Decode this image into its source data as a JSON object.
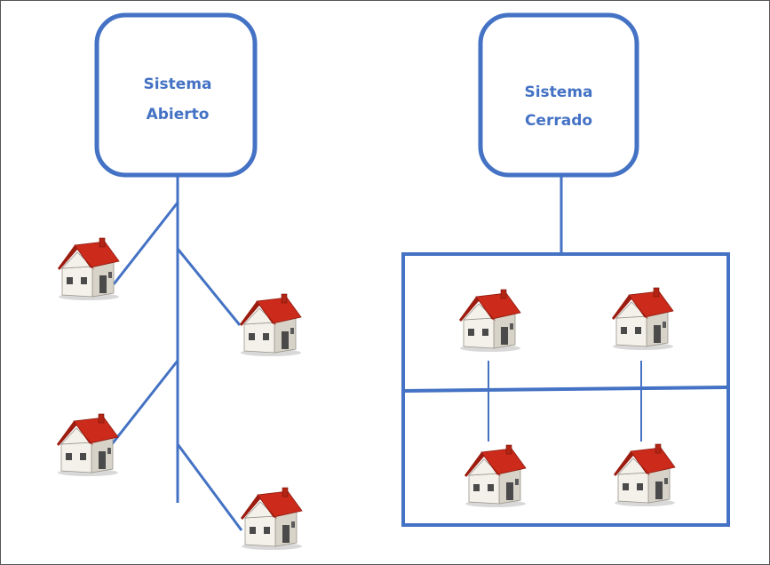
{
  "diagram": {
    "colors": {
      "line": "#4472c4",
      "text": "#4472c4",
      "roof": "#cc2a1a",
      "roof_dark": "#9c1c10",
      "wall": "#f4f1ea",
      "wall_shade": "#d8d3c8",
      "window": "#4a4a4a",
      "ground_shadow": "#c8c8c8"
    },
    "open_system": {
      "title_line1": "Sistema",
      "title_line2": "Abierto",
      "icon": "house-icon"
    },
    "closed_system": {
      "title_line1": "Sistema",
      "title_line2": "Cerrado",
      "icon": "house-icon"
    }
  }
}
